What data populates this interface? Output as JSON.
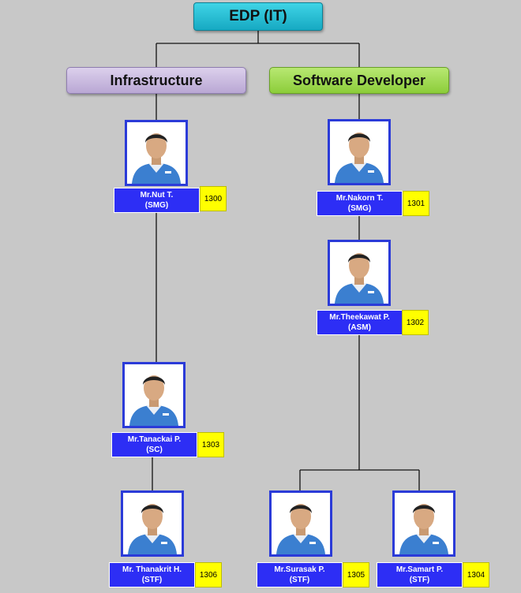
{
  "root": {
    "label": "EDP (IT)"
  },
  "departments": [
    {
      "label": "Infrastructure"
    },
    {
      "label": "Software Developer"
    }
  ],
  "people": [
    {
      "name": "Mr.Nut T.",
      "grade": "(SMG)",
      "code": "1300"
    },
    {
      "name": "Mr.Nakorn T.",
      "grade": "(SMG)",
      "code": "1301"
    },
    {
      "name": "Mr.Theekawat P.",
      "grade": "(ASM)",
      "code": "1302"
    },
    {
      "name": "Mr.Tanackai P.",
      "grade": "(SC)",
      "code": "1303"
    },
    {
      "name": "Mr. Thanakrit H.",
      "grade": "(STF)",
      "code": "1306"
    },
    {
      "name": "Mr.Surasak P.",
      "grade": "(STF)",
      "code": "1305"
    },
    {
      "name": "Mr.Samart P.",
      "grade": "(STF)",
      "code": "1304"
    }
  ],
  "colors": {
    "root": "#16a9c2",
    "infrastructure": "#b9a7d4",
    "software_developer": "#8ccd3a",
    "name_box": "#2d2ef5",
    "code_box": "#ffff00",
    "uniform": "#3b7fd0"
  }
}
